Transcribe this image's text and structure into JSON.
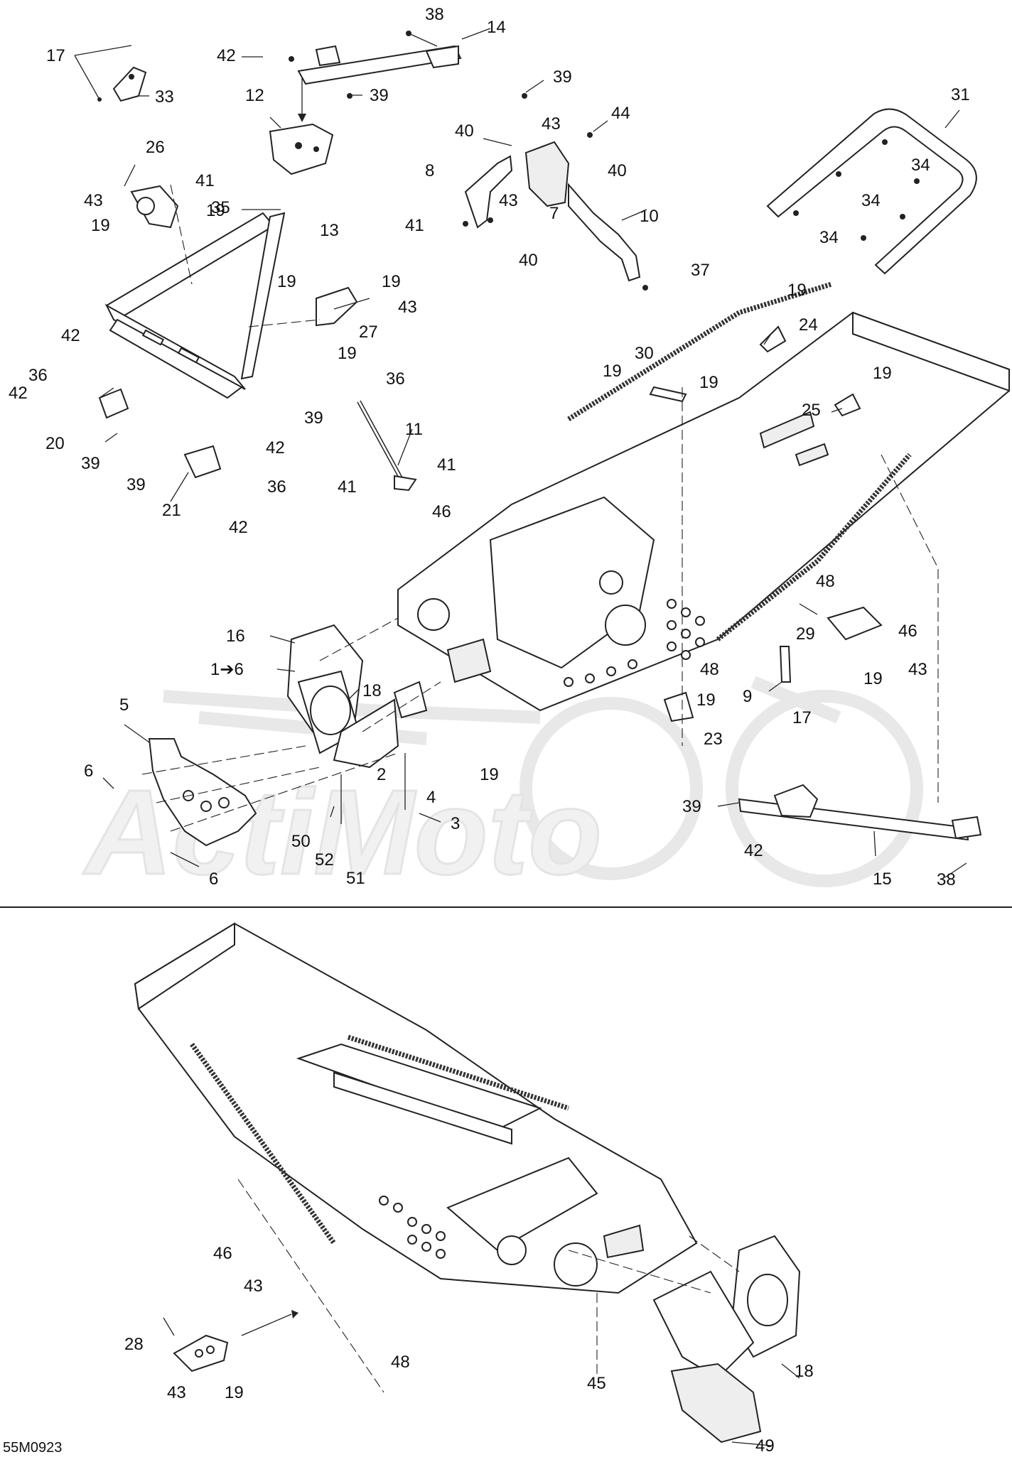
{
  "diagram": {
    "code": "55M0923",
    "watermark": "ActiMoto",
    "callouts": {
      "c1": "17",
      "c2": "33",
      "c3": "42",
      "c4": "38",
      "c5": "14",
      "c6": "12",
      "c7": "39",
      "c8": "39",
      "c9": "44",
      "c10": "40",
      "c11": "43",
      "c12": "40",
      "c13": "8",
      "c14": "41",
      "c15": "43",
      "c16": "7",
      "c17": "40",
      "c18": "10",
      "c19": "37",
      "c20": "31",
      "c21": "34",
      "c22": "34",
      "c23": "34",
      "c24": "26",
      "c25": "41",
      "c26": "43",
      "c27": "35",
      "c28": "19",
      "c29": "19",
      "c30": "13",
      "c31": "19",
      "c32": "19",
      "c33": "43",
      "c34": "27",
      "c35": "19",
      "c36": "42",
      "c37": "36",
      "c38": "42",
      "c39": "20",
      "c40": "39",
      "c41": "42",
      "c42": "39",
      "c43": "36",
      "c44": "21",
      "c45": "42",
      "c46": "36",
      "c47": "39",
      "c48": "11",
      "c49": "41",
      "c50": "41",
      "c51": "46",
      "c52": "19",
      "c53": "24",
      "c54": "30",
      "c55": "19",
      "c56": "19",
      "c57": "19",
      "c58": "25",
      "c59": "16",
      "c60": "1➔6",
      "c61": "18",
      "c62": "5",
      "c63": "6",
      "c64": "2",
      "c65": "4",
      "c66": "3",
      "c67": "50",
      "c68": "52",
      "c69": "51",
      "c70": "6",
      "c71": "19",
      "c72": "48",
      "c73": "48",
      "c74": "29",
      "c75": "46",
      "c76": "19",
      "c77": "43",
      "c78": "9",
      "c79": "17",
      "c80": "19",
      "c81": "23",
      "c82": "39",
      "c83": "42",
      "c84": "15",
      "c85": "38",
      "c86": "46",
      "c87": "43",
      "c88": "28",
      "c89": "43",
      "c90": "19",
      "c91": "48",
      "c92": "45",
      "c93": "18",
      "c94": "49"
    }
  }
}
